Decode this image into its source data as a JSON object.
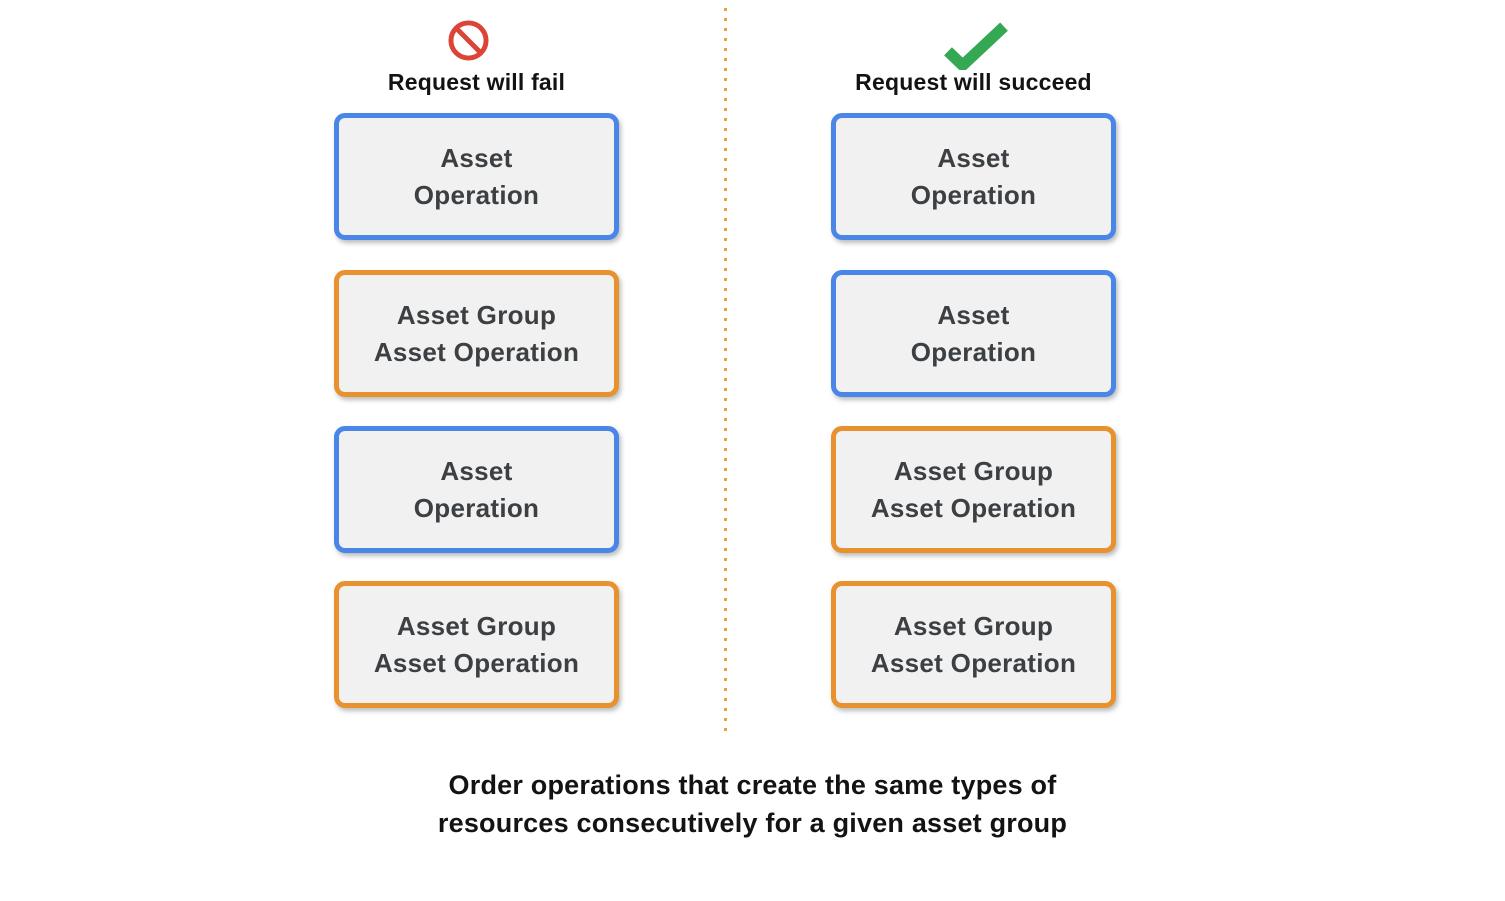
{
  "colors": {
    "blue": "#4A86E8",
    "orange": "#E8912F",
    "red": "#DC4437",
    "green": "#34A853",
    "box-bg": "#F1F1F2",
    "box-text": "#3C4043",
    "heading": "#131313",
    "divider": "#E9A23E"
  },
  "columns": {
    "fail": {
      "header": "Request will fail",
      "icon": "prohibition-icon",
      "boxes": [
        {
          "type": "asset-operation",
          "border": "blue",
          "line1": "Asset",
          "line2": "Operation"
        },
        {
          "type": "asset-group-asset-operation",
          "border": "orange",
          "line1": "Asset Group",
          "line2": "Asset Operation"
        },
        {
          "type": "asset-operation",
          "border": "blue",
          "line1": "Asset",
          "line2": "Operation"
        },
        {
          "type": "asset-group-asset-operation",
          "border": "orange",
          "line1": "Asset Group",
          "line2": "Asset Operation"
        }
      ]
    },
    "succeed": {
      "header": "Request will succeed",
      "icon": "checkmark-icon",
      "boxes": [
        {
          "type": "asset-operation",
          "border": "blue",
          "line1": "Asset",
          "line2": "Operation"
        },
        {
          "type": "asset-operation",
          "border": "blue",
          "line1": "Asset",
          "line2": "Operation"
        },
        {
          "type": "asset-group-asset-operation",
          "border": "orange",
          "line1": "Asset Group",
          "line2": "Asset Operation"
        },
        {
          "type": "asset-group-asset-operation",
          "border": "orange",
          "line1": "Asset Group",
          "line2": "Asset Operation"
        }
      ]
    }
  },
  "caption": {
    "line1": "Order operations that create the same types of",
    "line2": "resources consecutively for a given asset group"
  }
}
